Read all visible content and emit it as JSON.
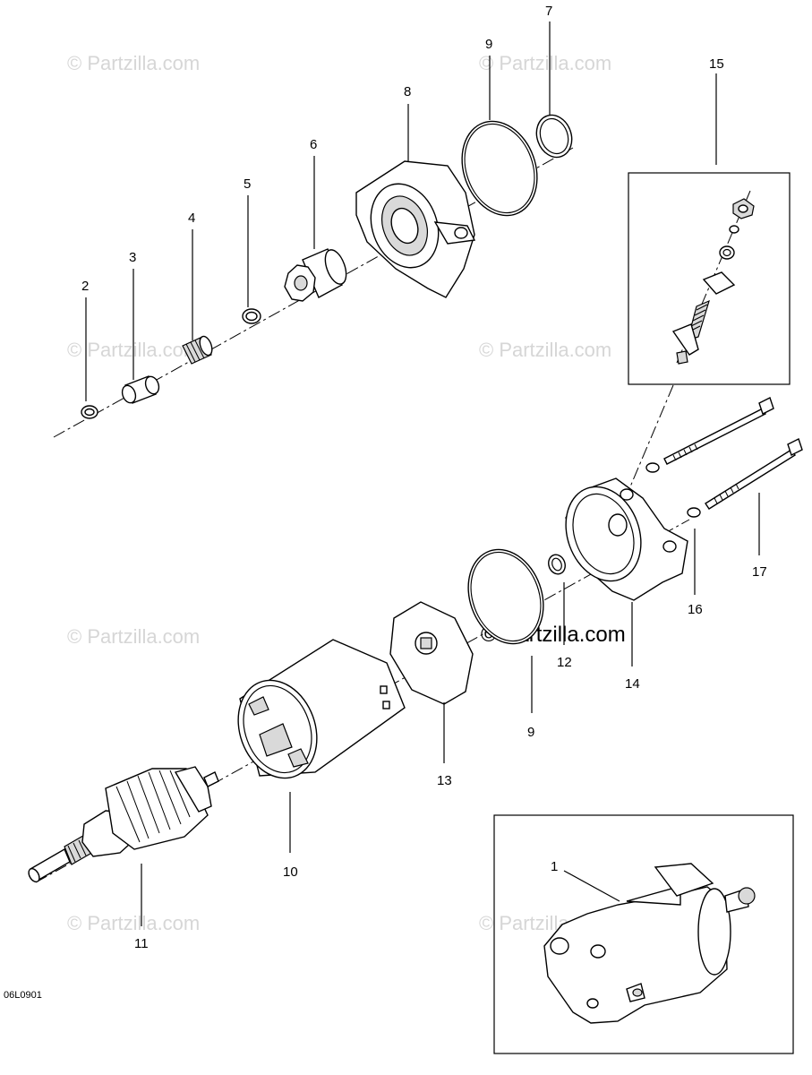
{
  "diagram": {
    "code": "06L0901",
    "watermark_text": "© Partzilla.com",
    "watermark_main_text": "© Partzilla.com"
  },
  "parts": [
    {
      "num": "1"
    },
    {
      "num": "2"
    },
    {
      "num": "3"
    },
    {
      "num": "4"
    },
    {
      "num": "5"
    },
    {
      "num": "6"
    },
    {
      "num": "7"
    },
    {
      "num": "8"
    },
    {
      "num": "9"
    },
    {
      "num": "9"
    },
    {
      "num": "10"
    },
    {
      "num": "11"
    },
    {
      "num": "12"
    },
    {
      "num": "13"
    },
    {
      "num": "14"
    },
    {
      "num": "15"
    },
    {
      "num": "16"
    },
    {
      "num": "17"
    }
  ]
}
